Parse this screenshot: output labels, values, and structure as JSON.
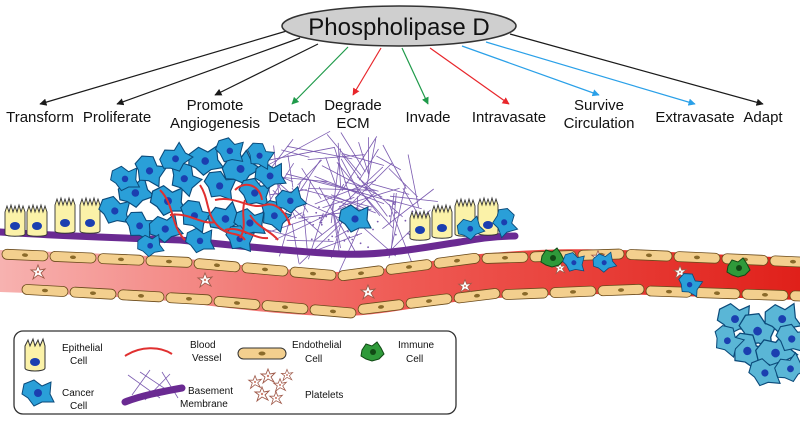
{
  "title": "Phospholipase D",
  "steps": [
    {
      "lines": [
        "Transform"
      ],
      "arrow_color": "#1a1a1a"
    },
    {
      "lines": [
        "Proliferate"
      ],
      "arrow_color": "#1a1a1a"
    },
    {
      "lines": [
        "Promote",
        "Angiogenesis"
      ],
      "arrow_color": "#1a1a1a"
    },
    {
      "lines": [
        "Detach"
      ],
      "arrow_color": "#1f9a4a"
    },
    {
      "lines": [
        "Degrade",
        "ECM"
      ],
      "arrow_color": "#e8262b"
    },
    {
      "lines": [
        "Invade"
      ],
      "arrow_color": "#1f9a4a"
    },
    {
      "lines": [
        "Intravasate"
      ],
      "arrow_color": "#e8262b"
    },
    {
      "lines": [
        "Survive",
        "Circulation"
      ],
      "arrow_color": "#2aa0e8"
    },
    {
      "lines": [
        "Extravasate"
      ],
      "arrow_color": "#2aa0e8"
    },
    {
      "lines": [
        "Adapt"
      ],
      "arrow_color": "#1a1a1a"
    }
  ],
  "legend": {
    "epithelial": [
      "Epithelial",
      "Cell"
    ],
    "blood_vessel": [
      "Blood",
      "Vessel"
    ],
    "endothelial": [
      "Endothelial",
      "Cell"
    ],
    "immune": [
      "Immune",
      "Cell"
    ],
    "cancer": [
      "Cancer",
      "Cell"
    ],
    "basement": [
      "Basement",
      "Membrane"
    ],
    "platelets": [
      "Platelets"
    ]
  },
  "colors": {
    "cancer_fill": "#2a9fd8",
    "nucleus": "#1b3fb0",
    "epithelial_fill": "#fbf2a8",
    "vessel_red": "#e83a34",
    "endothelial_fill": "#f3cf8e",
    "basement": "#6a2a92",
    "immune": "#2f9a3a"
  }
}
